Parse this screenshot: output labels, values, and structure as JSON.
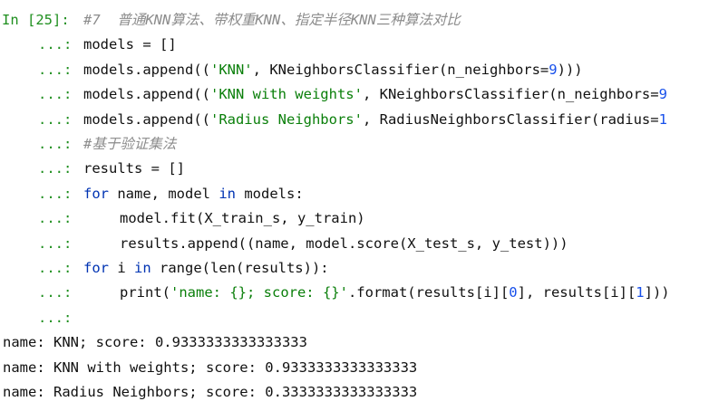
{
  "in_prompt": "In [25]:",
  "cont_prompt": "...:",
  "code_lines": [
    {
      "indent": 0,
      "parts": [
        {
          "t": "#7  普通KNN算法、带权重KNN、指定半径KNN三种算法对比",
          "c": "comment"
        }
      ]
    },
    {
      "indent": 0,
      "parts": [
        {
          "t": "models = []",
          "c": ""
        }
      ]
    },
    {
      "indent": 0,
      "parts": [
        {
          "t": "models.append((",
          "c": ""
        },
        {
          "t": "'KNN'",
          "c": "string"
        },
        {
          "t": ", KNeighborsClassifier(n_neighbors=",
          "c": ""
        },
        {
          "t": "9",
          "c": "number"
        },
        {
          "t": ")))",
          "c": ""
        }
      ]
    },
    {
      "indent": 0,
      "parts": [
        {
          "t": "models.append((",
          "c": ""
        },
        {
          "t": "'KNN with weights'",
          "c": "string"
        },
        {
          "t": ", KNeighborsClassifier(n_neighbors=",
          "c": ""
        },
        {
          "t": "9",
          "c": "number"
        }
      ]
    },
    {
      "indent": 0,
      "parts": [
        {
          "t": "models.append((",
          "c": ""
        },
        {
          "t": "'Radius Neighbors'",
          "c": "string"
        },
        {
          "t": ", RadiusNeighborsClassifier(radius=",
          "c": ""
        },
        {
          "t": "1",
          "c": "number"
        }
      ]
    },
    {
      "indent": 0,
      "parts": [
        {
          "t": "#基于验证集法",
          "c": "comment"
        }
      ]
    },
    {
      "indent": 0,
      "parts": [
        {
          "t": "results = []",
          "c": ""
        }
      ]
    },
    {
      "indent": 0,
      "parts": [
        {
          "t": "for",
          "c": "keyword"
        },
        {
          "t": " name, model ",
          "c": ""
        },
        {
          "t": "in",
          "c": "keyword"
        },
        {
          "t": " models:",
          "c": ""
        }
      ]
    },
    {
      "indent": 1,
      "parts": [
        {
          "t": "model.fit(X_train_s, y_train)",
          "c": ""
        }
      ]
    },
    {
      "indent": 1,
      "parts": [
        {
          "t": "results.append((name, model.score(X_test_s, y_test)))",
          "c": ""
        }
      ]
    },
    {
      "indent": 0,
      "parts": [
        {
          "t": "for",
          "c": "keyword"
        },
        {
          "t": " i ",
          "c": ""
        },
        {
          "t": "in",
          "c": "keyword"
        },
        {
          "t": " range(len(results)):",
          "c": ""
        }
      ]
    },
    {
      "indent": 1,
      "parts": [
        {
          "t": "print(",
          "c": ""
        },
        {
          "t": "'name: {}; score: {}'",
          "c": "string"
        },
        {
          "t": ".format(results[i][",
          "c": ""
        },
        {
          "t": "0",
          "c": "number"
        },
        {
          "t": "], results[i][",
          "c": ""
        },
        {
          "t": "1",
          "c": "number"
        },
        {
          "t": "]))",
          "c": ""
        }
      ]
    },
    {
      "indent": 0,
      "parts": []
    }
  ],
  "output_lines": [
    "name: KNN; score: 0.9333333333333333",
    "name: KNN with weights; score: 0.9333333333333333",
    "name: Radius Neighbors; score: 0.3333333333333333"
  ]
}
